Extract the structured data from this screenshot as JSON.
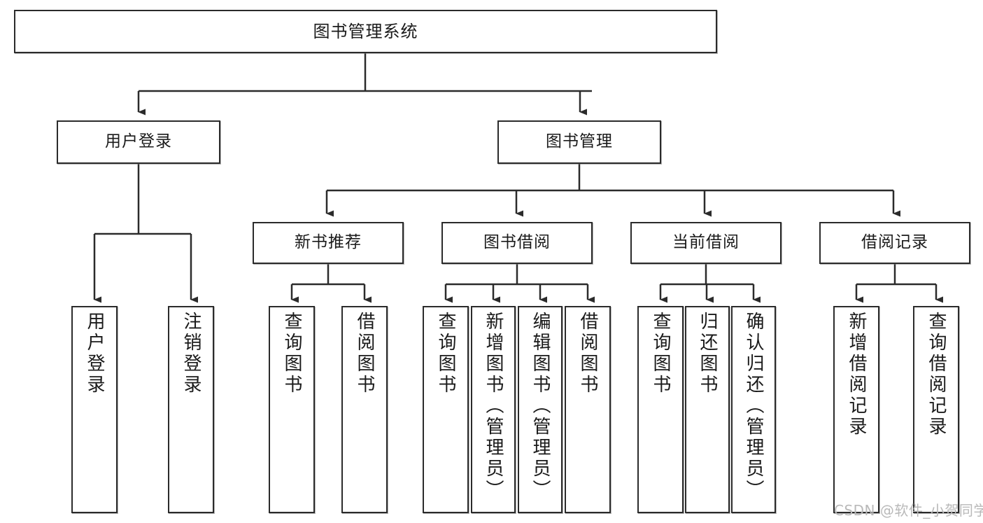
{
  "diagram": {
    "type": "tree-hierarchy-chart",
    "title_node": {
      "label": "图书管理系统"
    },
    "level2": [
      {
        "id": "user-login",
        "label": "用户登录"
      },
      {
        "id": "book-management",
        "label": "图书管理"
      }
    ],
    "level3": [
      {
        "id": "new-book-recommend",
        "label": "新书推荐"
      },
      {
        "id": "book-borrow",
        "label": "图书借阅"
      },
      {
        "id": "current-borrow",
        "label": "当前借阅"
      },
      {
        "id": "borrow-record",
        "label": "借阅记录"
      }
    ],
    "leaves": [
      {
        "id": "leaf-user-login",
        "label": "用户登录",
        "parent": "user-login"
      },
      {
        "id": "leaf-logout-login",
        "label": "注销登录",
        "parent": "user-login"
      },
      {
        "id": "leaf-query-book-1",
        "label": "查询图书",
        "parent": "new-book-recommend"
      },
      {
        "id": "leaf-borrow-book-1",
        "label": "借阅图书",
        "parent": "new-book-recommend"
      },
      {
        "id": "leaf-query-book-2",
        "label": "查询图书",
        "parent": "book-borrow"
      },
      {
        "id": "leaf-add-book",
        "label": "新增图书（管理员）",
        "parent": "book-borrow"
      },
      {
        "id": "leaf-edit-book",
        "label": "编辑图书（管理员）",
        "parent": "book-borrow"
      },
      {
        "id": "leaf-borrow-book-2",
        "label": "借阅图书",
        "parent": "book-borrow"
      },
      {
        "id": "leaf-query-book-3",
        "label": "查询图书",
        "parent": "current-borrow"
      },
      {
        "id": "leaf-return-book",
        "label": "归还图书",
        "parent": "current-borrow"
      },
      {
        "id": "leaf-confirm-return",
        "label": "确认归还（管理员）",
        "parent": "current-borrow"
      },
      {
        "id": "leaf-add-record",
        "label": "新增借阅记录",
        "parent": "borrow-record"
      },
      {
        "id": "leaf-query-record",
        "label": "查询借阅记录",
        "parent": "borrow-record"
      }
    ]
  },
  "watermark": {
    "text": "CSDN @软件_小贺同学"
  },
  "colors": {
    "stroke": "#2b2b2b",
    "fill": "#ffffff",
    "text": "#1a1a1a",
    "watermark": "#b9b9b9"
  }
}
